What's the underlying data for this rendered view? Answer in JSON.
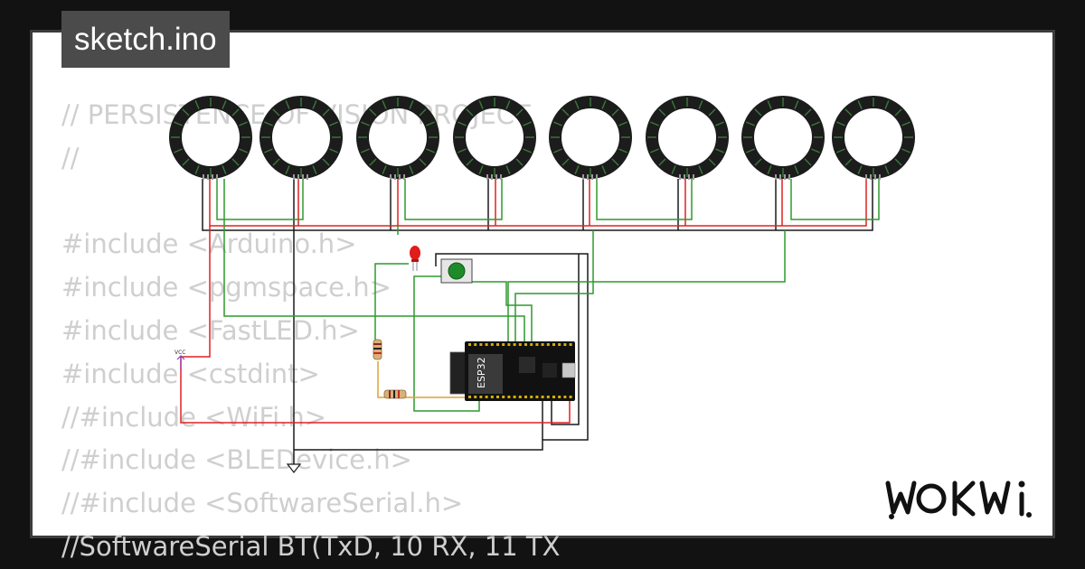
{
  "tab": {
    "filename": "sketch.ino"
  },
  "code_lines": [
    "// PERSISTENCE OF VISION PROJECT",
    "//",
    "",
    "#include <Arduino.h>",
    "#include <pgmspace.h>",
    "#include <FastLED.h>",
    "#include <cstdint>",
    "//#include <WiFi.h>",
    "//#include <BLEDevice.h>",
    "//#include <SoftwareSerial.h>",
    "//SoftwareSerial BT(TxD, 10 RX, 11 TX"
  ],
  "diagram": {
    "mcu_label": "ESP32",
    "vcc_label": "VCC",
    "ring_count": 8,
    "colors": {
      "ring": "#1c1c1c",
      "ring_led": "#3a7a3a",
      "wire_black": "#1a1a1a",
      "wire_red": "#e02020",
      "wire_green": "#2f9a2f",
      "wire_orange": "#e0a030",
      "vcc": "#8a3ab9",
      "led_red": "#e21b1b",
      "button_green": "#1f8a2a"
    }
  },
  "brand": {
    "logo_text": "WOKWi"
  }
}
